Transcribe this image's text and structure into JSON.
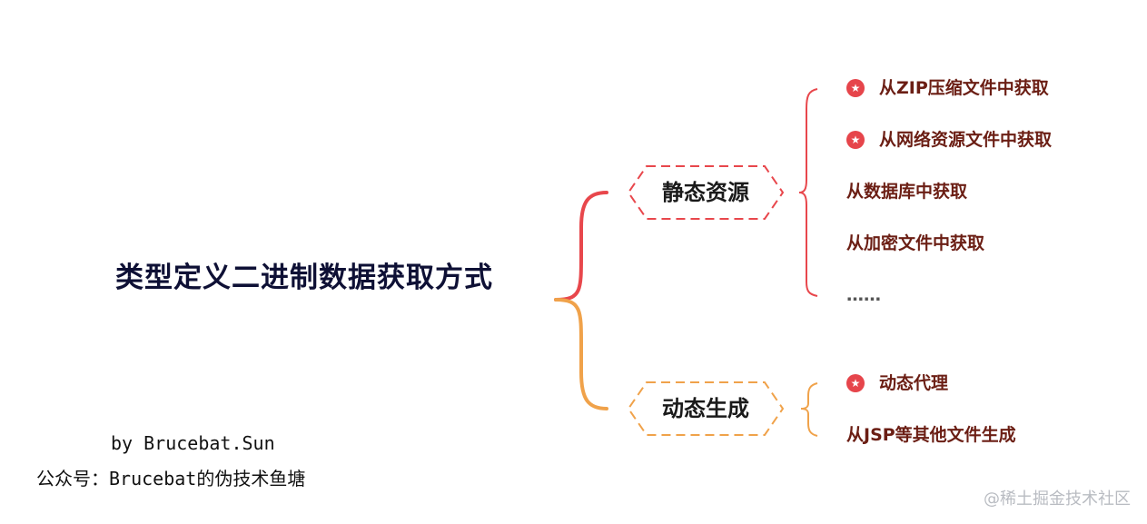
{
  "root": {
    "title": "类型定义二进制数据获取方式"
  },
  "branches": [
    {
      "label": "静态资源",
      "color": "#e8474c",
      "leaves": [
        {
          "text": "从ZIP压缩文件中获取",
          "starred": true
        },
        {
          "text": "从网络资源文件中获取",
          "starred": true
        },
        {
          "text": "从数据库中获取",
          "starred": false
        },
        {
          "text": "从加密文件中获取",
          "starred": false
        },
        {
          "text": "……",
          "starred": false
        }
      ]
    },
    {
      "label": "动态生成",
      "color": "#f0a24a",
      "leaves": [
        {
          "text": "动态代理",
          "starred": true
        },
        {
          "text": "从JSP等其他文件生成",
          "starred": false
        }
      ]
    }
  ],
  "author": {
    "by_line": "by Brucebat.Sun",
    "account_line": "公众号：Brucebat的伪技术鱼塘"
  },
  "watermark": "@稀土掘金技术社区",
  "icons": {
    "priority_marker": "star-badge-icon"
  },
  "colors": {
    "leaf_text": "#6b1e14",
    "root_text": "#0e1035",
    "star_badge": "#e6454b"
  }
}
